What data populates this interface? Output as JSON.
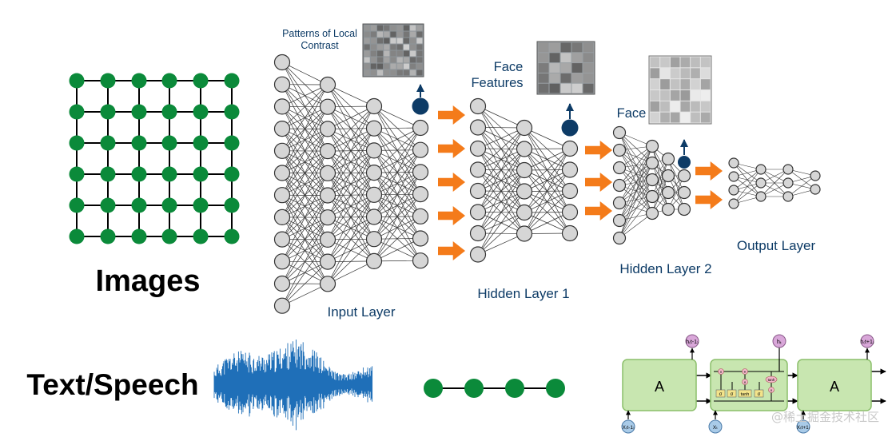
{
  "labels": {
    "images": "Images",
    "text_speech": "Text/Speech",
    "patterns": [
      "Patterns of Local",
      "Contrast"
    ],
    "face_features": [
      "Face",
      "Features"
    ],
    "face": "Face",
    "input_layer": "Input Layer",
    "hidden_layer_1": "Hidden Layer 1",
    "hidden_layer_2": "Hidden Layer 2",
    "output_layer": "Output Layer"
  },
  "rnn": {
    "cell_label": "A",
    "inputs": [
      "X₍t-1₎",
      "Xₜ",
      "X₍t+1₎"
    ],
    "outputs": [
      "h₍t-1₎",
      "hₜ",
      "h₍t+1₎"
    ],
    "gates": [
      "σ",
      "σ",
      "tanh",
      "σ"
    ],
    "ops": [
      "×",
      "+",
      "×",
      "×",
      "tanh"
    ]
  },
  "watermark": "@稀土掘金技术社区",
  "colors": {
    "green_node": "#0b8a3a",
    "navy": "#0d3b66",
    "orange": "#f47b1a",
    "wave_blue": "#1f6fb8",
    "rnn_fill": "#c8e6b0",
    "rnn_stroke": "#8bbf6a",
    "h_circle": "#d9a7d9",
    "x_circle": "#a9cbe8"
  }
}
